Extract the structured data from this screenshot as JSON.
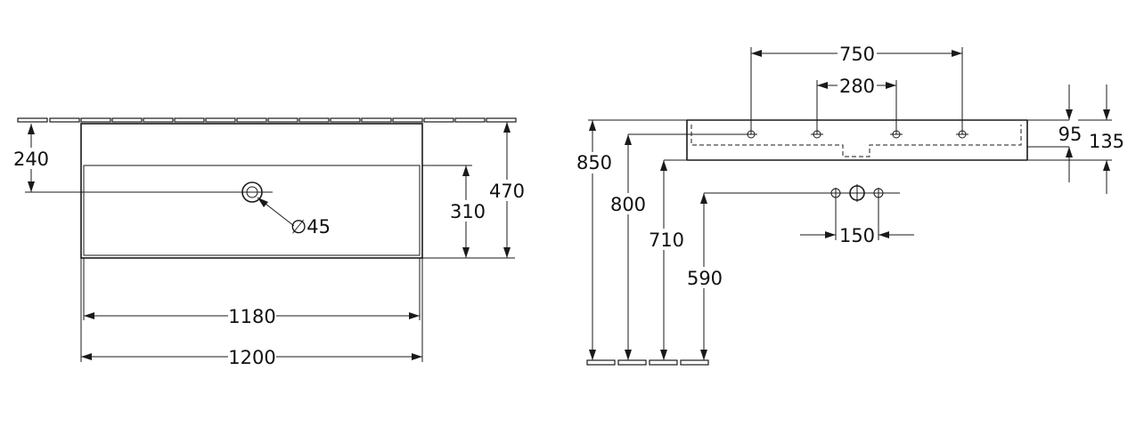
{
  "top_view": {
    "dim_width_outer": "1200",
    "dim_width_inner": "1180",
    "dim_depth_total": "470",
    "dim_depth_basin": "310",
    "dim_tap_offset": "240",
    "dim_tap_hole": "∅45"
  },
  "side_view": {
    "dim_spacing_outer": "750",
    "dim_spacing_inner": "280",
    "dim_height_top": "850",
    "dim_height_800": "800",
    "dim_height_710": "710",
    "dim_height_590": "590",
    "dim_drain_spacing": "150",
    "dim_thickness_inner": "95",
    "dim_thickness_outer": "135"
  }
}
